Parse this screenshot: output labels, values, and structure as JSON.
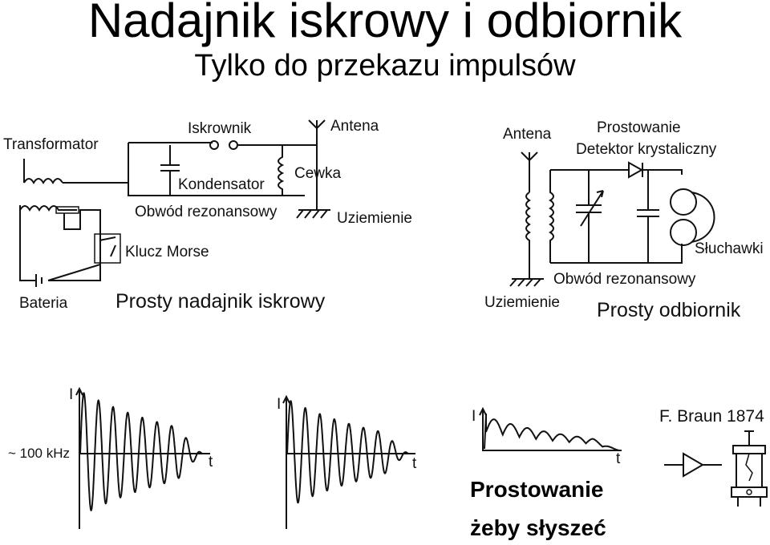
{
  "title": "Nadajnik iskrowy i odbiornik",
  "subtitle": "Tylko do przekazu impulsów",
  "transmitter": {
    "transformer": "Transformator",
    "spark_gap": "Iskrownik",
    "antenna": "Antena",
    "capacitor": "Kondensator",
    "coil": "Cewka",
    "resonant_circuit": "Obwód rezonansowy",
    "ground": "Uziemienie",
    "morse_key": "Klucz Morse",
    "battery": "Bateria",
    "caption": "Prosty nadajnik iskrowy"
  },
  "receiver": {
    "antenna": "Antena",
    "rectification": "Prostowanie",
    "crystal_detector": "Detektor krystaliczny",
    "headphones": "Słuchawki",
    "resonant_circuit": "Obwód rezonansowy",
    "ground": "Uziemienie",
    "caption": "Prosty odbiornik"
  },
  "waveforms": {
    "axis_i": "I",
    "axis_t": "t",
    "frequency": "~ 100 kHz"
  },
  "rectification_note": {
    "line1": "Prostowanie",
    "line2": "żeby słyszeć"
  },
  "braun": "F. Braun 1874"
}
